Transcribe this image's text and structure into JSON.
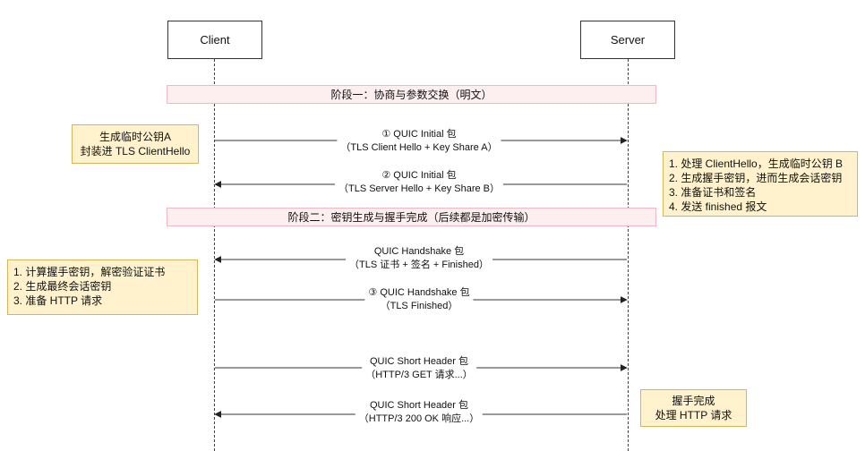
{
  "participants": {
    "client": "Client",
    "server": "Server"
  },
  "phases": {
    "phase1": "阶段一：协商与参数交换（明文）",
    "phase2": "阶段二：密钥生成与握手完成（后续都是加密传输）"
  },
  "messages": [
    {
      "direction": "client-to-server",
      "line1": "① QUIC Initial 包",
      "line2": "（TLS Client Hello + Key Share A）"
    },
    {
      "direction": "server-to-client",
      "line1": "② QUIC Initial 包",
      "line2": "（TLS Server Hello + Key Share B）"
    },
    {
      "direction": "server-to-client",
      "line1": "QUIC Handshake 包",
      "line2": "（TLS 证书 + 签名 + Finished）"
    },
    {
      "direction": "client-to-server",
      "line1": "③ QUIC Handshake 包",
      "line2": "（TLS Finished）"
    },
    {
      "direction": "client-to-server",
      "line1": "QUIC Short Header 包",
      "line2": "（HTTP/3 GET 请求...）"
    },
    {
      "direction": "server-to-client",
      "line1": "QUIC Short Header 包",
      "line2": "（HTTP/3 200 OK 响应...）"
    }
  ],
  "notes": {
    "client_keygen": [
      "生成临时公钥A",
      "封装进 TLS ClientHello"
    ],
    "server_process": [
      "1. 处理 ClientHello，生成临时公钥 B",
      "2. 生成握手密钥，进而生成会话密钥",
      "3. 准备证书和签名",
      "4. 发送 finished 报文"
    ],
    "client_verify": [
      "1. 计算握手密钥，解密验证证书",
      "2. 生成最终会话密钥",
      "3. 准备 HTTP 请求"
    ],
    "server_done": [
      "握手完成",
      "处理 HTTP 请求"
    ]
  },
  "colors": {
    "note_fill": "#fff2cc",
    "note_border": "#d6b656",
    "phase_fill": "#fdeef0",
    "phase_border": "#f2b8c1",
    "line": "#333333"
  }
}
